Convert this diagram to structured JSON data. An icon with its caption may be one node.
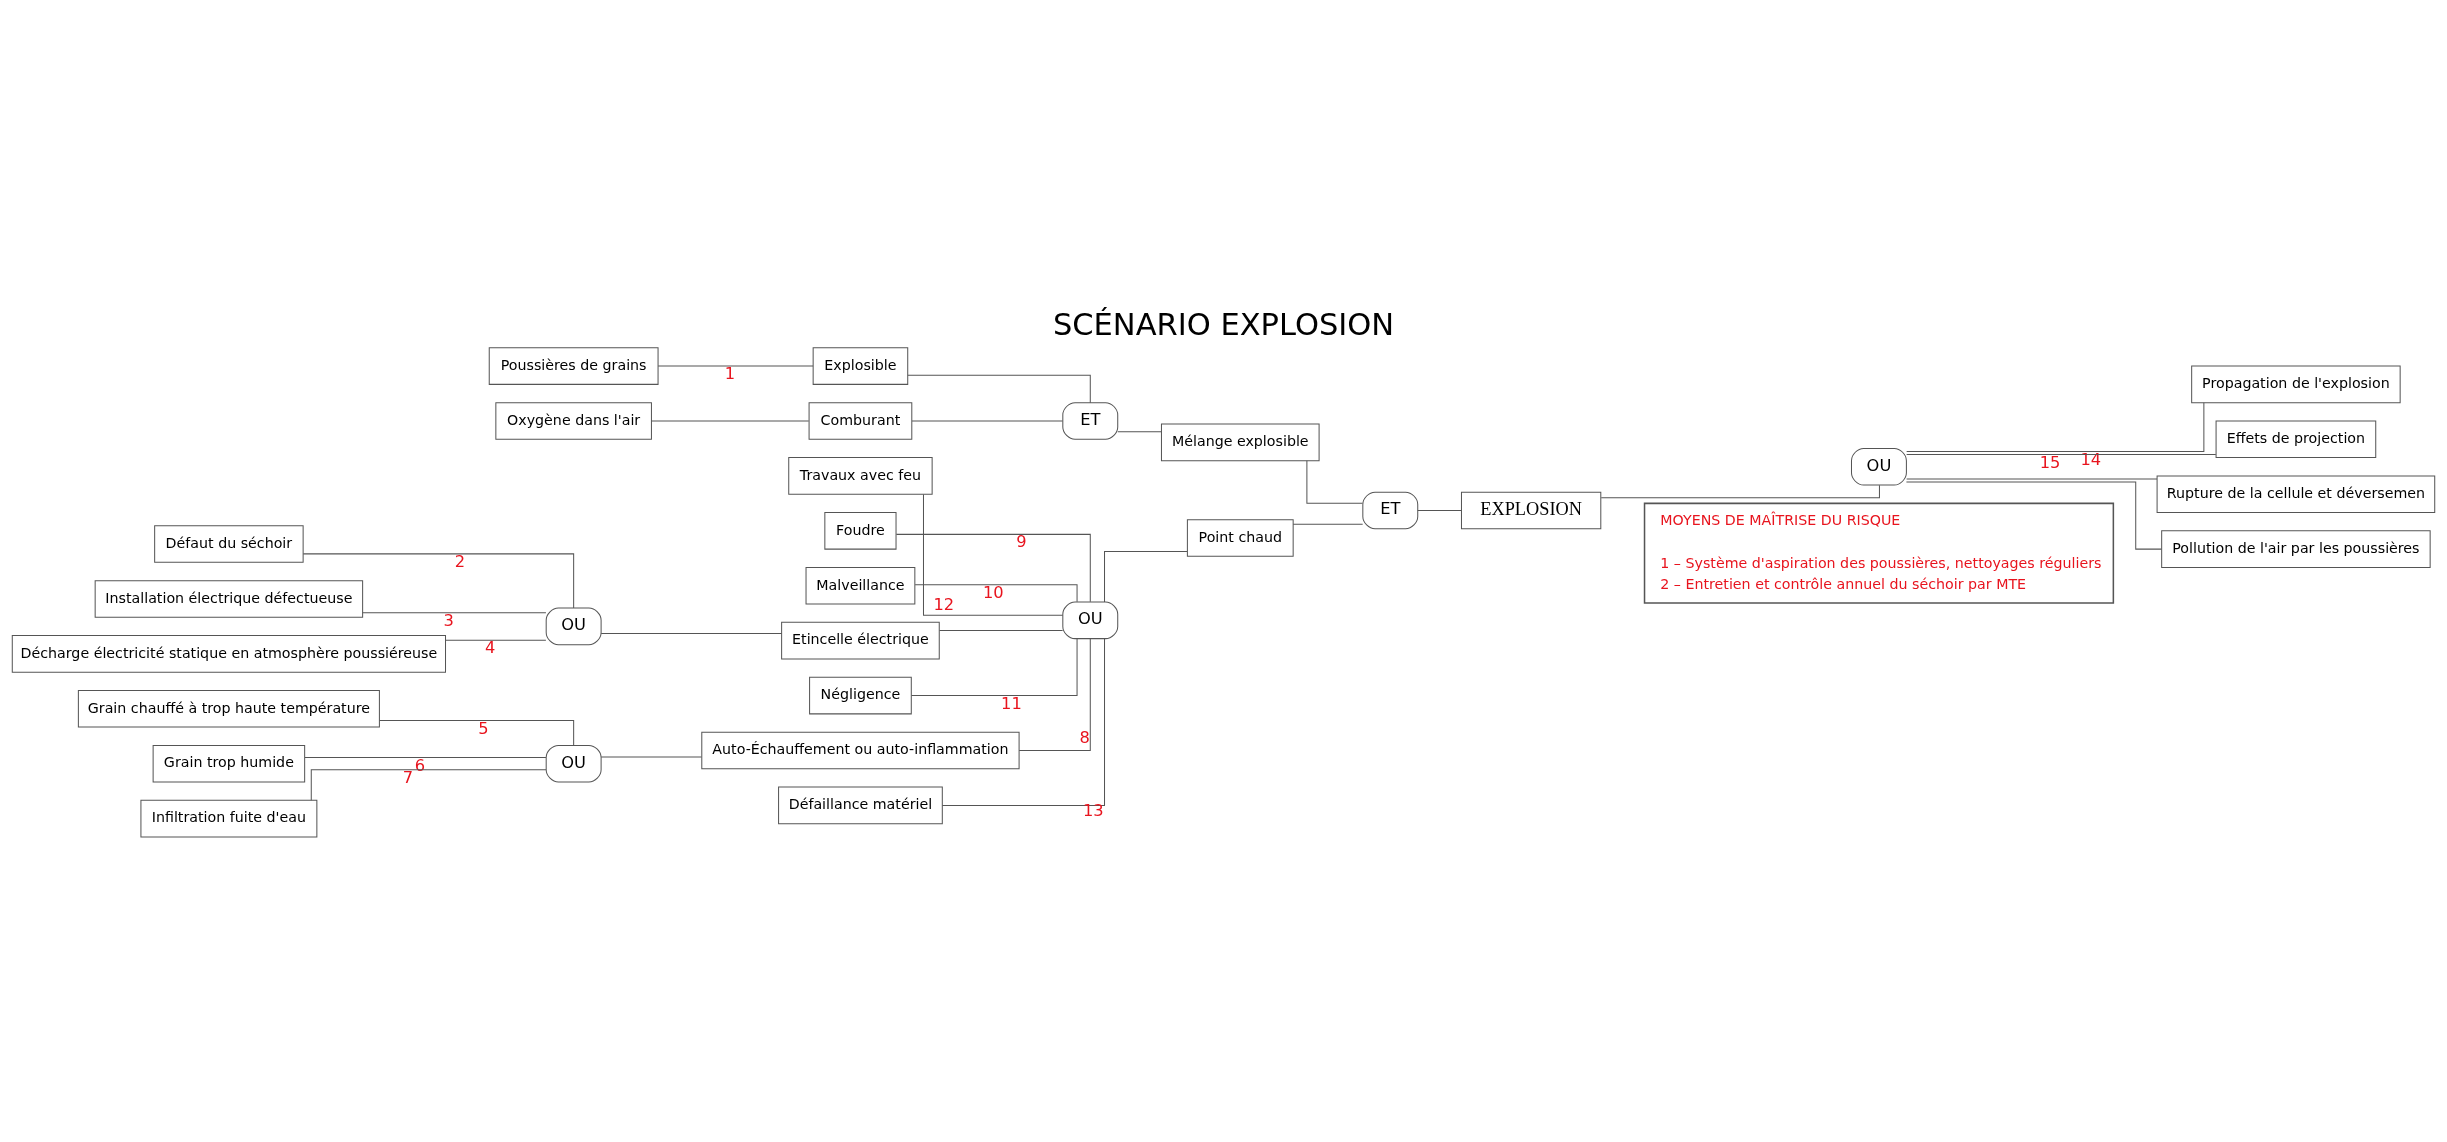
{
  "diagram": {
    "title": "SCÉNARIO EXPLOSION",
    "nodes": [
      {
        "text": [
          "Oxygène dans l'air"
        ]
      },
      {
        "text": [
          "Comburant"
        ]
      },
      {
        "text": [
          "Poussières de grains"
        ]
      },
      {
        "text": [
          "Explosible"
        ]
      },
      {
        "text": [
          "ET"
        ]
      },
      {
        "text": [
          "Mélange explosible"
        ]
      },
      {
        "text": [
          "Défaut du séchoir"
        ]
      },
      {
        "text": [
          "Installation électrique défectueuse"
        ]
      },
      {
        "text": [
          "Décharge électricité statique en atmosphère poussiéreuse"
        ]
      },
      {
        "text": [
          "OU"
        ]
      },
      {
        "text": [
          "Foudre"
        ]
      },
      {
        "text": [
          "Malveillance"
        ]
      },
      {
        "text": [
          "Etincelle électrique"
        ]
      },
      {
        "text": [
          "Négligence"
        ]
      },
      {
        "text": [
          "OU"
        ]
      },
      {
        "text": [
          "Point chaud"
        ]
      },
      {
        "text": [
          "Grain chauffé à trop haute température"
        ]
      },
      {
        "text": [
          "Grain trop humide"
        ]
      },
      {
        "text": [
          "Infiltration fuite d'eau"
        ]
      },
      {
        "text": [
          "OU"
        ]
      },
      {
        "text": [
          "Auto-Échauffement ou auto-inflammation"
        ]
      },
      {
        "text": [
          "Travaux avec feu"
        ]
      },
      {
        "text": [
          "Défaillance matériel"
        ]
      },
      {
        "text": [
          "ET"
        ]
      },
      {
        "text": [
          "EXPLOSION"
        ]
      },
      {
        "text": [
          "OU"
        ]
      },
      {
        "text": [
          "Propagation de l'explosion"
        ]
      },
      {
        "text": [
          "Effets de projection"
        ]
      },
      {
        "text": [
          "Rupture de la cellule et déversemen"
        ]
      },
      {
        "text": [
          "Pollution de l'air par les poussières"
        ]
      },
      {
        "text": [
          "MOYENS DE MAÎTRISE DU RISQUE",
          "1 – Système d'aspiration des poussières, nettoyages réguliers",
          "2 – Entretien et contrôle annuel du séchoir par MTE"
        ]
      }
    ],
    "edges": [
      {
        "from": 0,
        "to": 1,
        "arrow": "none"
      },
      {
        "from": 2,
        "to": 3,
        "arrow": "none",
        "label": "1"
      },
      {
        "from": 1,
        "to": 4,
        "arrow": "none"
      },
      {
        "from": 3,
        "to": 4,
        "arrow": "none"
      },
      {
        "from": 4,
        "to": 5,
        "arrow": "none"
      },
      {
        "from": 6,
        "to": 9,
        "arrow": "none",
        "label": "2"
      },
      {
        "from": 7,
        "to": 9,
        "arrow": "none",
        "label": "3"
      },
      {
        "from": 8,
        "to": 9,
        "arrow": "none",
        "label": "4"
      },
      {
        "from": 9,
        "to": 12,
        "arrow": "none"
      },
      {
        "from": 16,
        "to": 19,
        "arrow": "none",
        "label": "5"
      },
      {
        "from": 17,
        "to": 19,
        "arrow": "none",
        "label": "6"
      },
      {
        "from": 18,
        "to": 19,
        "arrow": "none",
        "label": "7"
      },
      {
        "from": 19,
        "to": 20,
        "arrow": "none"
      },
      {
        "from": 10,
        "to": 14,
        "arrow": "none",
        "label": "9"
      },
      {
        "from": 11,
        "to": 14,
        "arrow": "none",
        "label": "10"
      },
      {
        "from": 12,
        "to": 14,
        "arrow": "none"
      },
      {
        "from": 13,
        "to": 14,
        "arrow": "none",
        "label": "11"
      },
      {
        "from": 20,
        "to": 14,
        "arrow": "none",
        "label": "8"
      },
      {
        "from": 21,
        "to": 14,
        "arrow": "none",
        "label": "12"
      },
      {
        "from": 22,
        "to": 14,
        "arrow": "none",
        "label": "13"
      },
      {
        "from": 14,
        "to": 15,
        "arrow": "none"
      },
      {
        "from": 5,
        "to": 23,
        "arrow": "none"
      },
      {
        "from": 15,
        "to": 23,
        "arrow": "none"
      },
      {
        "from": 23,
        "to": 24,
        "arrow": "none"
      },
      {
        "from": 24,
        "to": 25,
        "arrow": "none"
      },
      {
        "from": 25,
        "to": 26,
        "arrow": "none",
        "label": "14"
      },
      {
        "from": 25,
        "to": 27,
        "arrow": "none",
        "label": "15"
      },
      {
        "from": 25,
        "to": 28,
        "arrow": "none"
      },
      {
        "from": 25,
        "to": 29,
        "arrow": "none"
      }
    ]
  }
}
